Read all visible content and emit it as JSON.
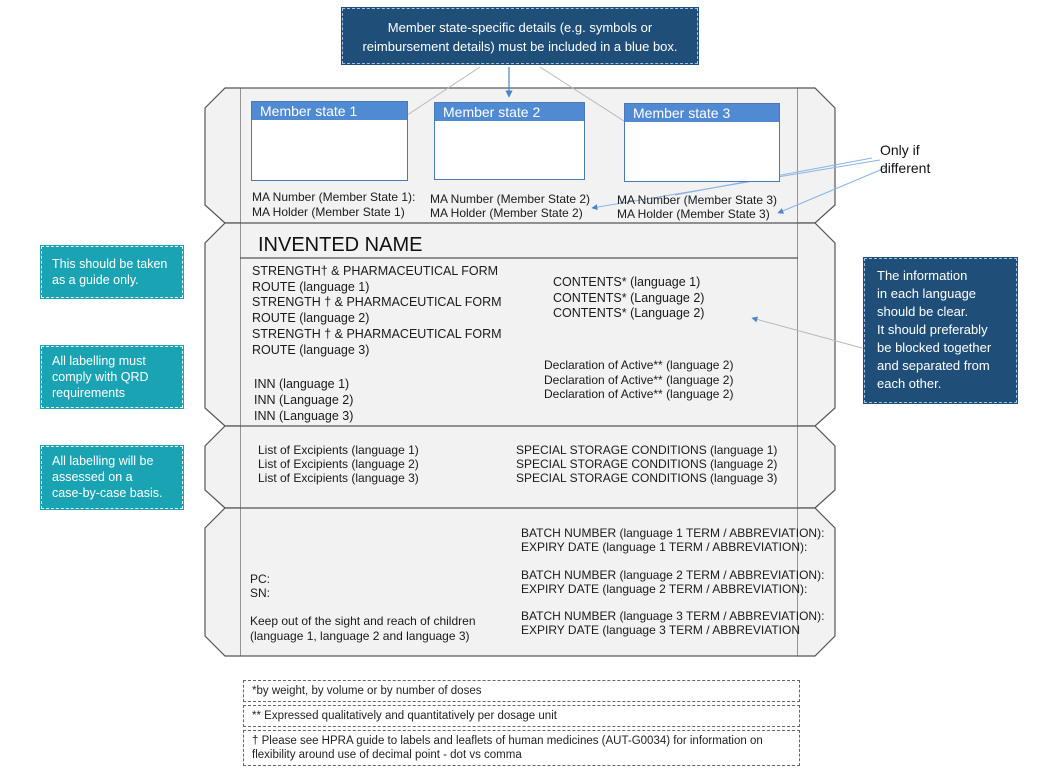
{
  "top_note": {
    "line1": "Member state-specific details (e.g. symbols or",
    "line2": "reimbursement details) must be included in a blue box."
  },
  "member_states": [
    {
      "title": "Member state 1",
      "ma_number": "MA Number (Member State 1):",
      "ma_holder": "MA Holder (Member State 1)"
    },
    {
      "title": "Member state 2",
      "ma_number": "MA Number (Member State 2)",
      "ma_holder": "MA Holder (Member State 2)"
    },
    {
      "title": "Member state 3",
      "ma_number": "MA Number (Member State 3)",
      "ma_holder": "MA Holder (Member State 3)"
    }
  ],
  "only_if_different": {
    "line1": "Only if",
    "line2": "different"
  },
  "left_notes": [
    {
      "line1": "This should be taken",
      "line2": "as a guide only.",
      "line3": ""
    },
    {
      "line1": "All labelling must",
      "line2": "comply with QRD",
      "line3": "requirements"
    },
    {
      "line1": "All labelling will be",
      "line2": "assessed on a",
      "line3": "case-by-case basis."
    }
  ],
  "right_note": {
    "line1": "The information",
    "line2": "in each language",
    "line3": "should be clear.",
    "line4": "It should preferably",
    "line5": "be blocked together",
    "line6": "and separated from",
    "line7": "each other."
  },
  "front_panel": {
    "invented_name": "INVENTED NAME",
    "strength_lines": [
      {
        "strength": "STRENGTH† & PHARMACEUTICAL FORM",
        "route": "ROUTE (language 1)"
      },
      {
        "strength": "STRENGTH † & PHARMACEUTICAL FORM",
        "route": "ROUTE (language 2)"
      },
      {
        "strength": "STRENGTH † & PHARMACEUTICAL FORM",
        "route": "ROUTE (language 3)"
      }
    ],
    "inn": [
      "INN (language 1)",
      "INN (Language 2)",
      "INN (Language 3)"
    ],
    "contents": [
      "CONTENTS* (language 1)",
      "CONTENTS* (Language 2)",
      "CONTENTS* (Language 2)"
    ],
    "declaration": [
      "Declaration of Active** (language 2)",
      "Declaration of Active** (language 2)",
      "Declaration of Active** (language 2)"
    ]
  },
  "side_panel": {
    "excipients": [
      "List of Excipients (language 1)",
      "List of Excipients (language 2)",
      "List of Excipients (language 3)"
    ],
    "storage": [
      "SPECIAL STORAGE CONDITIONS (language 1)",
      "SPECIAL STORAGE CONDITIONS (language 2)",
      "SPECIAL STORAGE CONDITIONS (language 3)"
    ]
  },
  "bottom_panel": {
    "pc": "PC:",
    "sn": "SN:",
    "keep_out_1": "Keep out of the sight and reach of children",
    "keep_out_2": "(language 1, language 2 and language 3)",
    "batch": [
      {
        "batch": "BATCH NUMBER (language 1 TERM / ABBREVIATION):",
        "expiry": "EXPIRY DATE (language 1 TERM / ABBREVIATION):"
      },
      {
        "batch": "BATCH NUMBER (language 2 TERM / ABBREVIATION):",
        "expiry": "EXPIRY DATE (language 2 TERM / ABBREVIATION):"
      },
      {
        "batch": "BATCH NUMBER (language 3 TERM / ABBREVIATION):",
        "expiry": "EXPIRY DATE (language 3 TERM / ABBREVIATION"
      }
    ]
  },
  "footnotes": {
    "f1": "*by weight, by volume or by number of doses",
    "f2": "** Expressed qualitatively and quantitatively per dosage unit",
    "f3_line1": "† Please see HPRA guide to labels and leaflets of human medicines (AUT-G0034) for information on",
    "f3_line2": "flexibility around use of decimal point - dot vs comma"
  },
  "colors": {
    "dark_blue": "#1f4e79",
    "teal": "#1aa3b3",
    "ms_title": "#4f8ad2",
    "carton_fill": "#f2f2f2",
    "carton_line": "#555555",
    "arrow": "#8ab4e6"
  }
}
